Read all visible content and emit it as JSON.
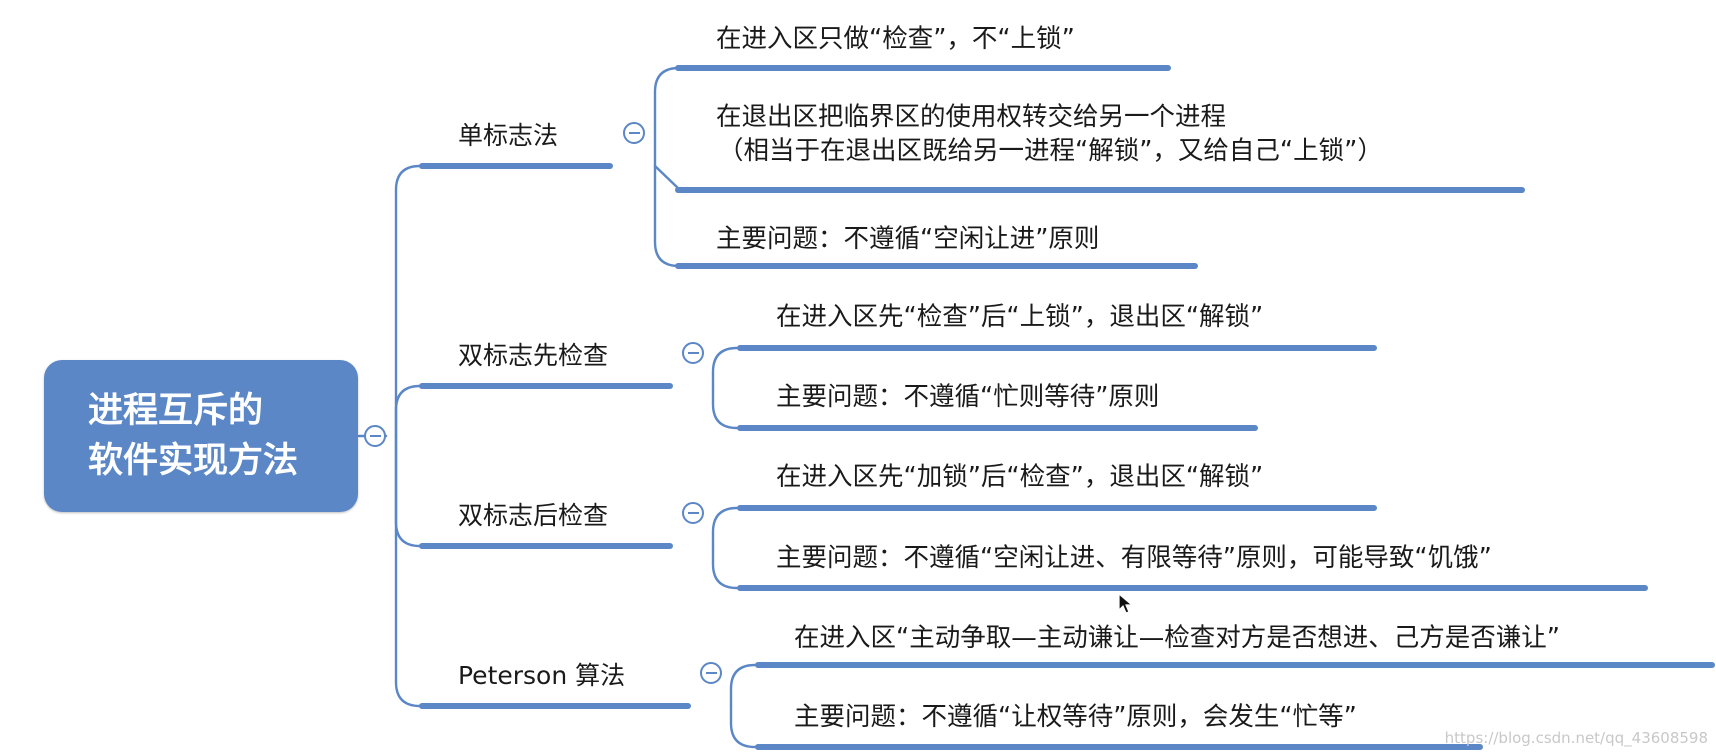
{
  "root": {
    "title_line1": "进程互斥的",
    "title_line2": "软件实现方法"
  },
  "methods": [
    {
      "name": "单标志法",
      "items": [
        {
          "lines": [
            "在进入区只做“检查”，不“上锁”"
          ]
        },
        {
          "lines": [
            "在退出区把临界区的使用权转交给另一个进程",
            "（相当于在退出区既给另一进程“解锁”，又给自己“上锁”）"
          ]
        },
        {
          "lines": [
            "主要问题：不遵循“空闲让进”原则"
          ]
        }
      ]
    },
    {
      "name": "双标志先检查",
      "items": [
        {
          "lines": [
            "在进入区先“检查”后“上锁”，退出区“解锁”"
          ]
        },
        {
          "lines": [
            "主要问题：不遵循“忙则等待”原则"
          ]
        }
      ]
    },
    {
      "name": "双标志后检查",
      "items": [
        {
          "lines": [
            "在进入区先“加锁”后“检查”，退出区“解锁”"
          ]
        },
        {
          "lines": [
            "主要问题：不遵循“空闲让进、有限等待”原则，可能导致“饥饿”"
          ]
        }
      ]
    },
    {
      "name": "Peterson 算法",
      "items": [
        {
          "lines": [
            "在进入区“主动争取—主动谦让—检查对方是否想进、己方是否谦让”"
          ]
        },
        {
          "lines": [
            "主要问题：不遵循“让权等待”原则，会发生“忙等”"
          ]
        }
      ]
    }
  ],
  "watermark": "https://blog.csdn.net/qq_43608598",
  "colors": {
    "accent": "#5b87c7",
    "text": "#1a1a1a",
    "background": "#ffffff"
  }
}
